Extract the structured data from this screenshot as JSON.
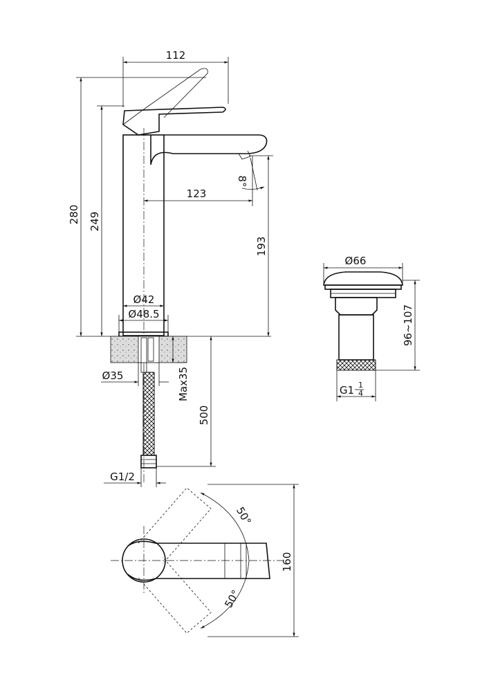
{
  "title": "Faucet technical drawing",
  "dimensions": {
    "spout_width": "112",
    "total_height": "280",
    "handle_height": "249",
    "spout_reach": "123",
    "spout_angle": "8°",
    "spout_height": "193",
    "body_diameter": "Ø42",
    "base_diameter": "Ø48.5",
    "hole_diameter": "Ø35",
    "max_thickness": "Max35",
    "hose_length": "500",
    "hose_thread": "G1/2",
    "waste_diameter": "Ø66",
    "waste_height": "96~107",
    "waste_thread": "G1",
    "waste_thread_fraction_num": "1",
    "waste_thread_fraction_den": "4",
    "rotation_angle_top": "50°",
    "rotation_angle_bottom": "50°",
    "top_view_depth": "160"
  }
}
